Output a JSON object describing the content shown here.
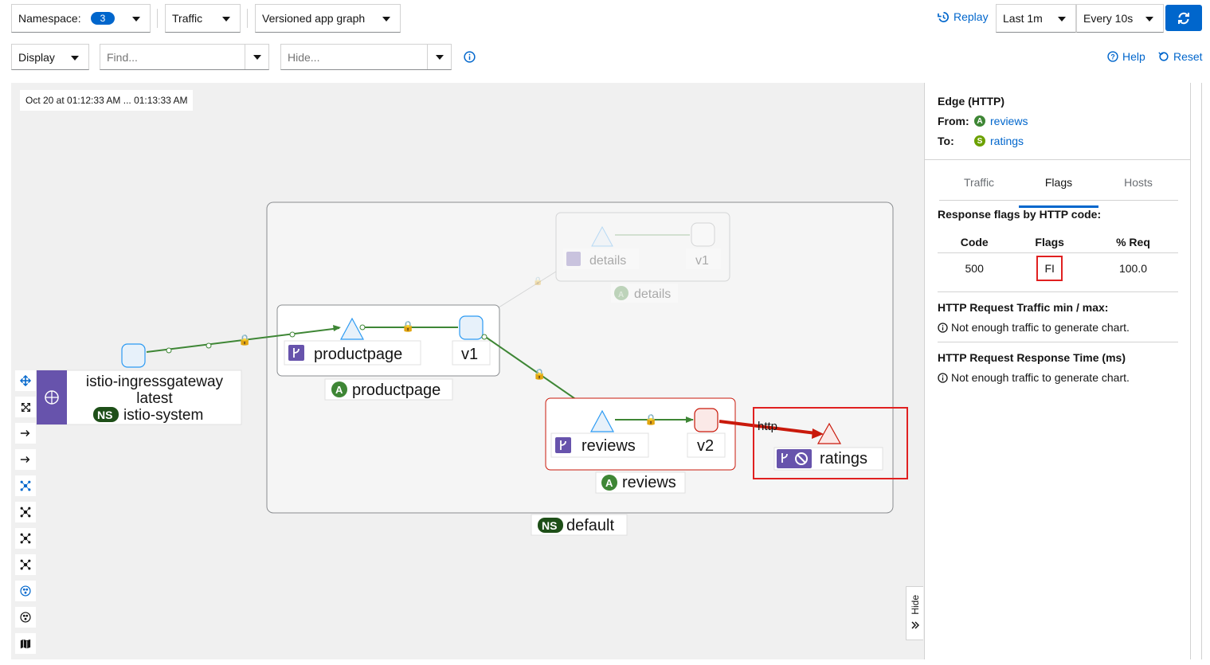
{
  "top_bar": {
    "namespace_label": "Namespace:",
    "namespace_count": "3",
    "traffic_label": "Traffic",
    "graph_type": "Versioned app graph",
    "replay_label": "Replay",
    "duration": "Last 1m",
    "refresh_interval": "Every 10s"
  },
  "second_bar": {
    "display_label": "Display",
    "find_placeholder": "Find...",
    "hide_placeholder": "Hide...",
    "help_label": "Help",
    "reset_label": "Reset"
  },
  "graph": {
    "time_range": "Oct 20 at 01:12:33 AM ... 01:13:33 AM",
    "gateway": {
      "name": "istio-ingressgateway",
      "version": "latest",
      "ns_badge": "NS",
      "namespace": "istio-system"
    },
    "productpage": {
      "service": "productpage",
      "version": "v1",
      "app_badge": "A",
      "app": "productpage"
    },
    "details": {
      "service": "details",
      "version": "v1",
      "app_badge": "A",
      "app": "details"
    },
    "reviews": {
      "service": "reviews",
      "version": "v2",
      "app_badge": "A",
      "app": "reviews"
    },
    "ratings": {
      "service": "ratings",
      "edge_label": "http"
    },
    "namespace": {
      "badge": "NS",
      "name": "default"
    },
    "hide_label": "Hide"
  },
  "side_panel": {
    "title": "Edge (HTTP)",
    "from_label": "From:",
    "from_badge": "A",
    "from_value": "reviews",
    "to_label": "To:",
    "to_badge": "S",
    "to_value": "ratings",
    "tabs": [
      "Traffic",
      "Flags",
      "Hosts"
    ],
    "active_tab": "Flags",
    "flags_title": "Response flags by HTTP code:",
    "table_headers": [
      "Code",
      "Flags",
      "% Req"
    ],
    "table_rows": [
      {
        "code": "500",
        "flags": "FI",
        "req": "100.0"
      }
    ],
    "traffic_title": "HTTP Request Traffic min / max:",
    "traffic_msg": "Not enough traffic to generate chart.",
    "response_title": "HTTP Request Response Time (ms)",
    "response_msg": "Not enough traffic to generate chart."
  },
  "colors": {
    "accent": "#0066cc",
    "success": "#3e8635",
    "danger": "#c9190b",
    "purple": "#6753ac"
  }
}
